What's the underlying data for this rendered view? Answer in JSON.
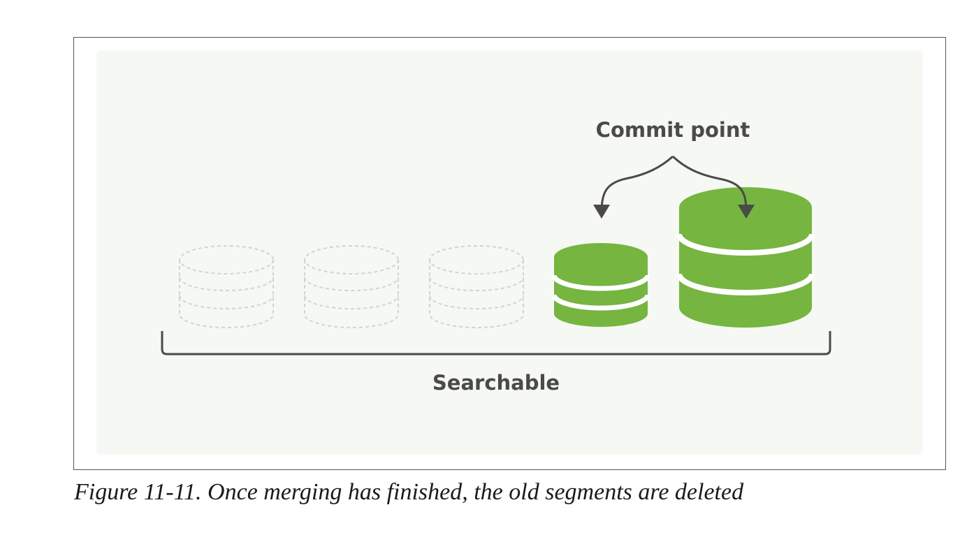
{
  "diagram": {
    "commit_label": "Commit point",
    "searchable_label": "Searchable",
    "colors": {
      "panel_background": "#f6f8f4",
      "segment_green": "#76b540",
      "deleted_outline": "#d3d3d3",
      "arrow": "#4a4a4a",
      "bracket": "#4a4a4a"
    },
    "segments": [
      {
        "state": "deleted",
        "size": "small"
      },
      {
        "state": "deleted",
        "size": "small"
      },
      {
        "state": "deleted",
        "size": "small"
      },
      {
        "state": "active",
        "size": "small"
      },
      {
        "state": "active",
        "size": "large",
        "merged": true
      }
    ]
  },
  "caption": {
    "text": "Figure 11-11. Once merging has finished, the old segments are deleted"
  }
}
